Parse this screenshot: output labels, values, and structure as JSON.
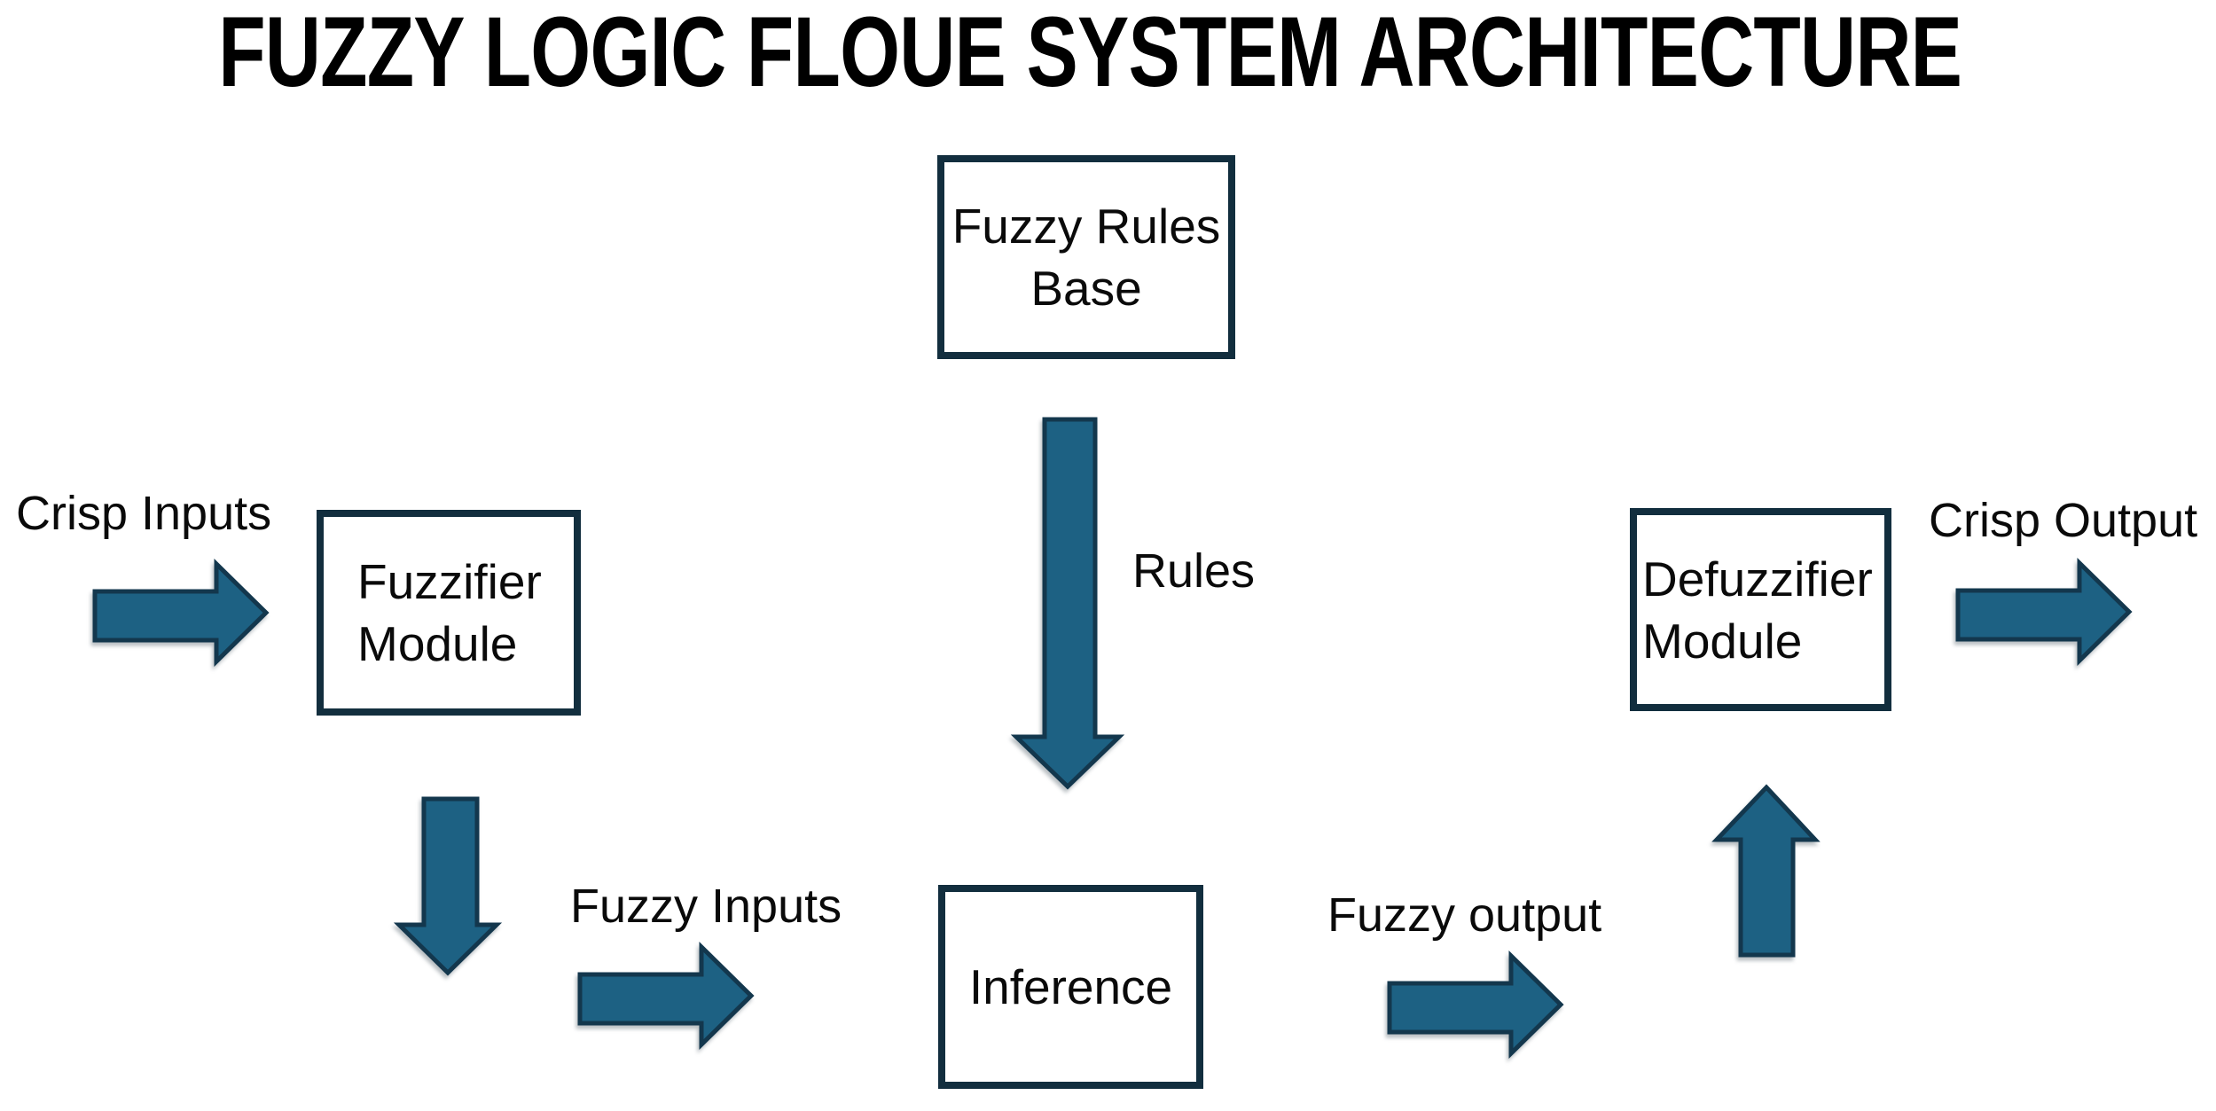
{
  "title": "FUZZY LOGIC FLOUE SYSTEM ARCHITECTURE",
  "colors": {
    "background": "#ffffff",
    "text": "#0a0a0a",
    "box_border": "#122e3e",
    "arrow_fill": "#1d6183",
    "arrow_outline": "#13374d"
  },
  "boxes": {
    "fuzzy_rules_base": {
      "label": "Fuzzy Rules\nBase"
    },
    "fuzzifier": {
      "label": "Fuzzifier\nModule"
    },
    "inference": {
      "label": "Inference"
    },
    "defuzzifier": {
      "label": "Defuzzifier\nModule"
    }
  },
  "labels": {
    "crisp_inputs": "Crisp Inputs",
    "rules": "Rules",
    "fuzzy_inputs": "Fuzzy Inputs",
    "fuzzy_output": "Fuzzy output",
    "crisp_output": "Crisp Output"
  },
  "arrows": {
    "crisp_inputs_arrow": "right",
    "fuzzy_inputs_arrow": "right",
    "fuzzy_output_arrow": "right",
    "crisp_output_arrow": "right",
    "rules_arrow": "down",
    "fuzzifier_down_arrow": "down",
    "defuzzifier_up_arrow": "up"
  }
}
